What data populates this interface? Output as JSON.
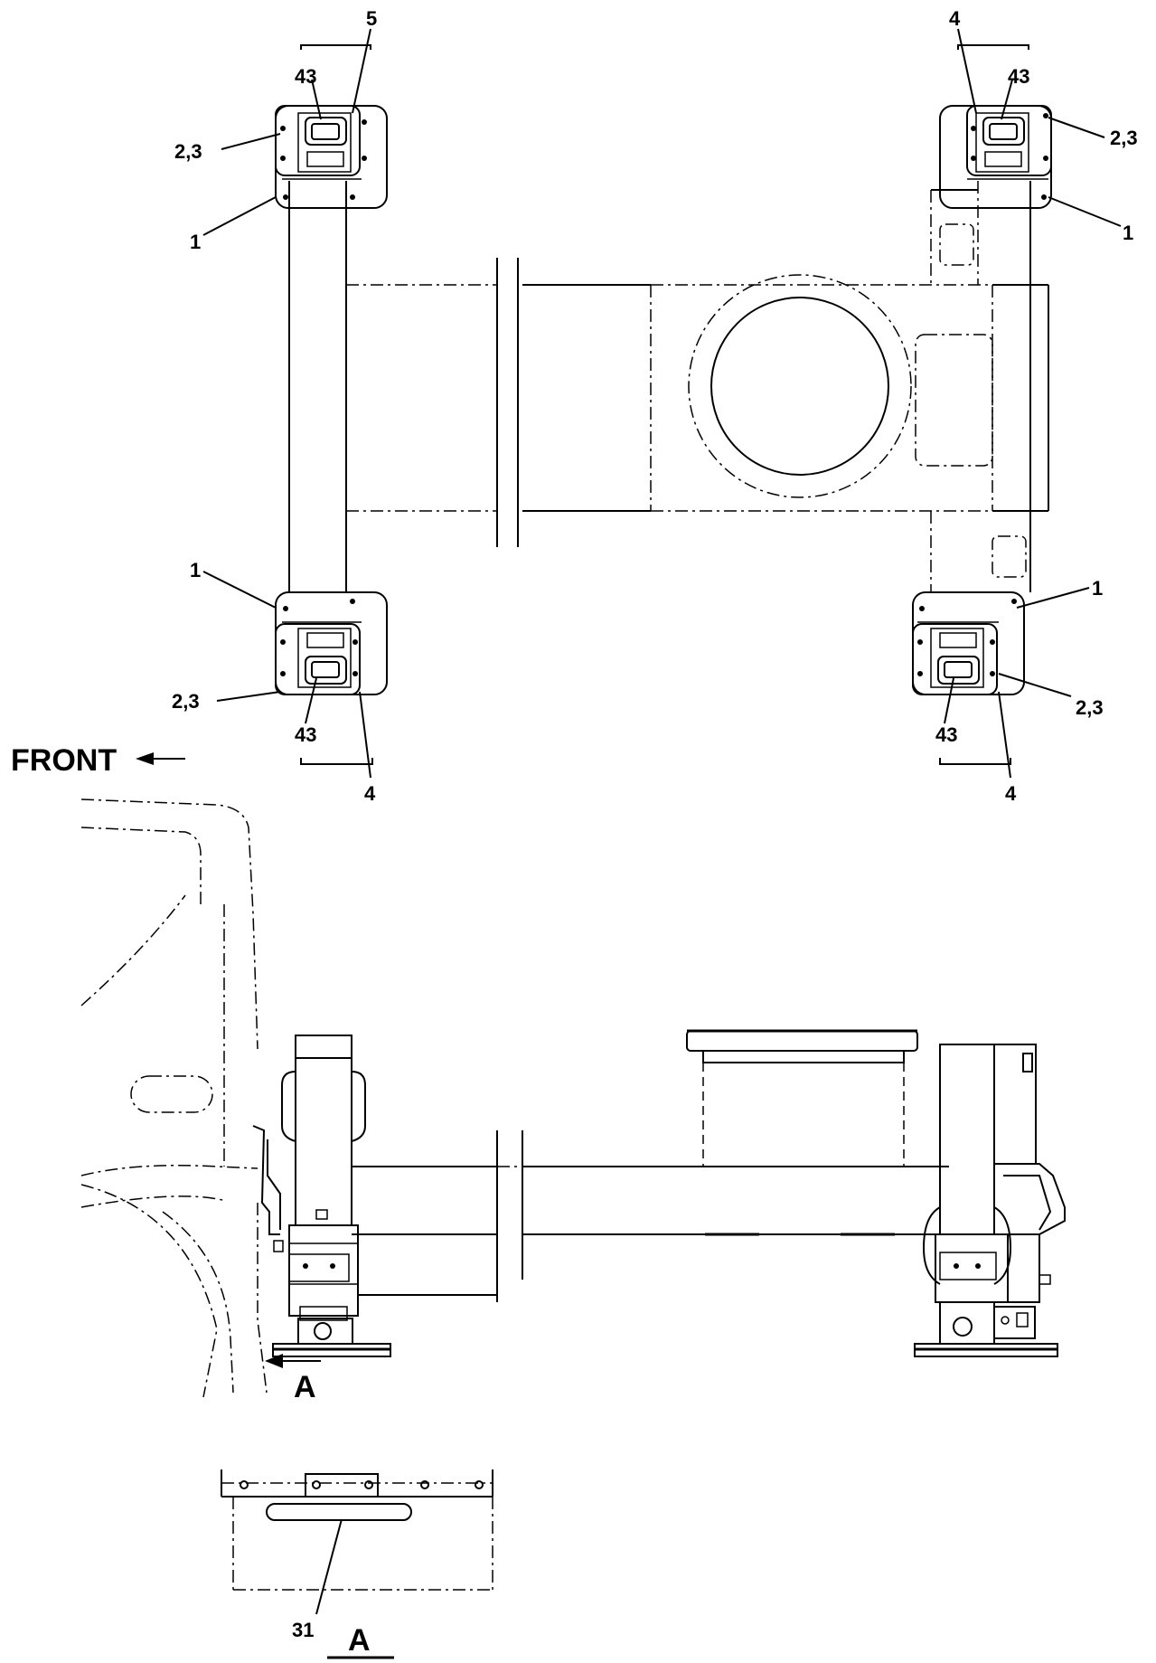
{
  "labels": {
    "fl_5": "5",
    "fl_43": "43",
    "fl_23": "2,3",
    "fl_1": "1",
    "fr_4": "4",
    "fr_43": "43",
    "fr_23": "2,3",
    "fr_1": "1",
    "rl_1": "1",
    "rl_23": "2,3",
    "rl_43": "43",
    "rl_4": "4",
    "rr_1": "1",
    "rr_23": "2,3",
    "rr_43": "43",
    "rr_4": "4",
    "front": "FRONT",
    "view_a_arrow": "A",
    "part_31": "31",
    "view_a_title": "A"
  }
}
